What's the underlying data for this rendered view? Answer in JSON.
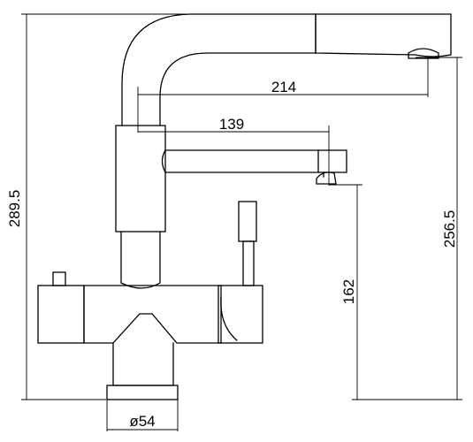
{
  "dimensions": {
    "overall_height": "289.5",
    "spout_height_pulled": "256.5",
    "spout_reach": "214",
    "filter_spout_reach": "139",
    "filter_spout_height": "162",
    "base_diameter": "ø54"
  },
  "colors": {
    "line": "#000000",
    "background": "#ffffff"
  }
}
